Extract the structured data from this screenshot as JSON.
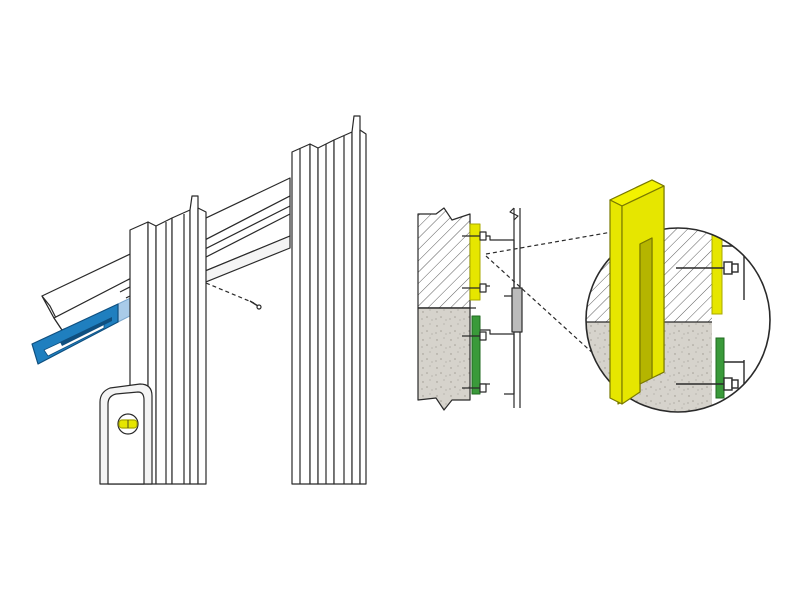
{
  "illustration": {
    "panels": [
      "frame-perspective",
      "wall-section",
      "detail-magnifier"
    ],
    "colors": {
      "outline": "#2a2a2a",
      "frame_fill": "#ffffff",
      "spacer_blue": "#1f7fbf",
      "spacer_blue_dark": "#0f4f7f",
      "spacer_blue_light": "#a9cbe8",
      "shim_yellow": "#e6e600",
      "shim_yellow_dark": "#a8a800",
      "shim_green": "#3a9a3a",
      "concrete": "#d6d3cc",
      "hatch": "#333333",
      "level_body": "#f4f4f4"
    },
    "icons": {
      "level_bubble": "bubble-level-icon",
      "screw": "screw-icon",
      "nail": "nail-icon"
    }
  }
}
